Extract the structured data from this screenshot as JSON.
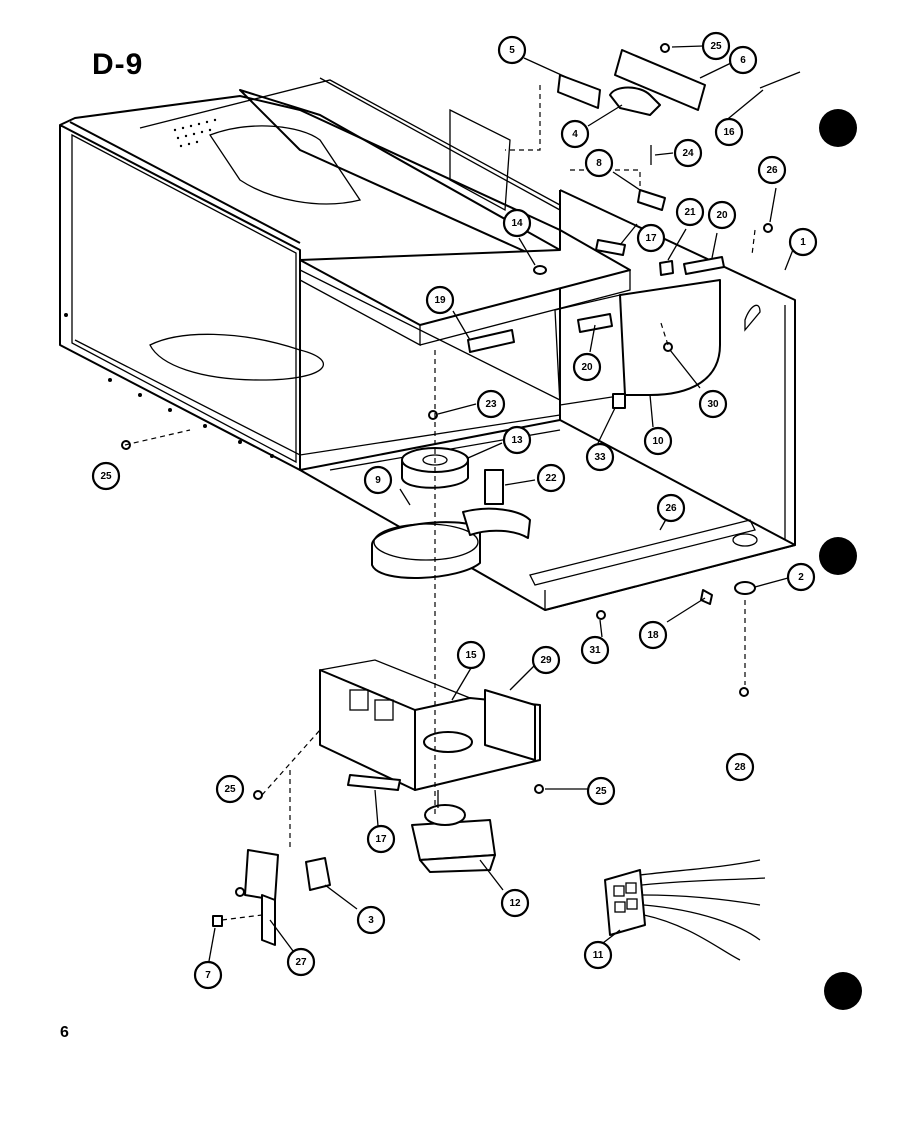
{
  "title": "D-9",
  "page_number": "6",
  "callouts": [
    {
      "id": "callout-5",
      "label": "5"
    },
    {
      "id": "callout-25-a",
      "label": "25"
    },
    {
      "id": "callout-6",
      "label": "6"
    },
    {
      "id": "callout-4",
      "label": "4"
    },
    {
      "id": "callout-16",
      "label": "16"
    },
    {
      "id": "callout-24",
      "label": "24"
    },
    {
      "id": "callout-8",
      "label": "8"
    },
    {
      "id": "callout-26-a",
      "label": "26"
    },
    {
      "id": "callout-14",
      "label": "14"
    },
    {
      "id": "callout-17-a",
      "label": "17"
    },
    {
      "id": "callout-21",
      "label": "21"
    },
    {
      "id": "callout-20-a",
      "label": "20"
    },
    {
      "id": "callout-1",
      "label": "1"
    },
    {
      "id": "callout-19",
      "label": "19"
    },
    {
      "id": "callout-20-b",
      "label": "20"
    },
    {
      "id": "callout-30",
      "label": "30"
    },
    {
      "id": "callout-23",
      "label": "23"
    },
    {
      "id": "callout-10",
      "label": "10"
    },
    {
      "id": "callout-33",
      "label": "33"
    },
    {
      "id": "callout-13",
      "label": "13"
    },
    {
      "id": "callout-25-b",
      "label": "25"
    },
    {
      "id": "callout-9",
      "label": "9"
    },
    {
      "id": "callout-22",
      "label": "22"
    },
    {
      "id": "callout-26-b",
      "label": "26"
    },
    {
      "id": "callout-2",
      "label": "2"
    },
    {
      "id": "callout-31",
      "label": "31"
    },
    {
      "id": "callout-18",
      "label": "18"
    },
    {
      "id": "callout-15",
      "label": "15"
    },
    {
      "id": "callout-29",
      "label": "29"
    },
    {
      "id": "callout-28",
      "label": "28"
    },
    {
      "id": "callout-25-c",
      "label": "25"
    },
    {
      "id": "callout-25-d",
      "label": "25"
    },
    {
      "id": "callout-17-b",
      "label": "17"
    },
    {
      "id": "callout-12",
      "label": "12"
    },
    {
      "id": "callout-3",
      "label": "3"
    },
    {
      "id": "callout-11",
      "label": "11"
    },
    {
      "id": "callout-7",
      "label": "7"
    },
    {
      "id": "callout-27",
      "label": "27"
    }
  ],
  "colors": {
    "ink": "#000000",
    "paper": "#ffffff"
  }
}
